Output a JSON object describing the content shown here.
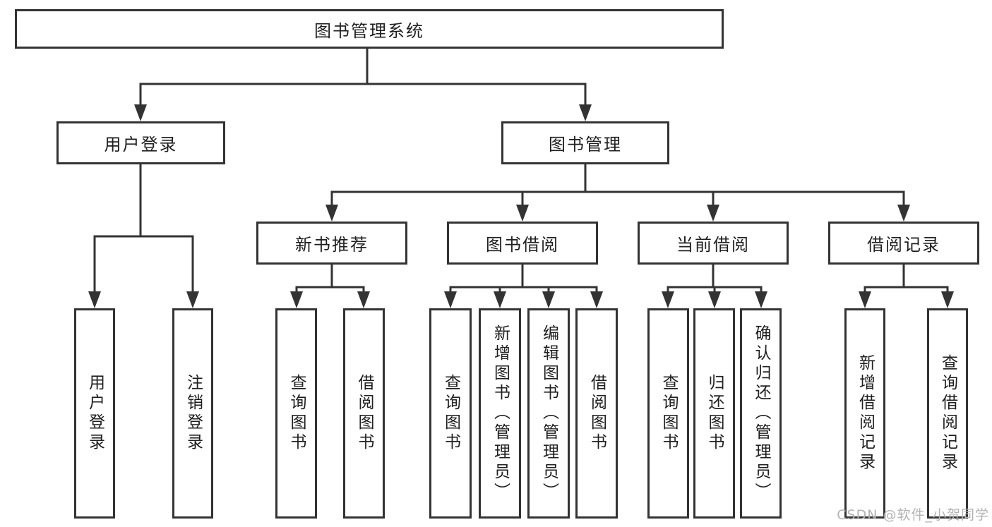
{
  "nodes": {
    "root": "图书管理系统",
    "user_login": "用户登录",
    "book_mgmt": "图书管理",
    "new_books": "新书推荐",
    "book_borrow": "图书借阅",
    "current_borrow": "当前借阅",
    "borrow_records": "借阅记录",
    "ul_login": "用户登录",
    "ul_logout": "注销登录",
    "nb_query": "查询图书",
    "nb_borrow": "借阅图书",
    "bb_query": "查询图书",
    "bb_add": "新增图书（管理员）",
    "bb_edit": "编辑图书（管理员）",
    "bb_borrow": "借阅图书",
    "cb_query": "查询图书",
    "cb_return": "归还图书",
    "cb_confirm": "确认归还（管理员）",
    "br_add": "新增借阅记录",
    "br_query": "查询借阅记录"
  },
  "watermark": "CSDN @软件_小贺同学",
  "colors": {
    "line": "#333333",
    "text": "#1f1f1f",
    "watermark": "#b3b3b3",
    "background": "#ffffff"
  }
}
